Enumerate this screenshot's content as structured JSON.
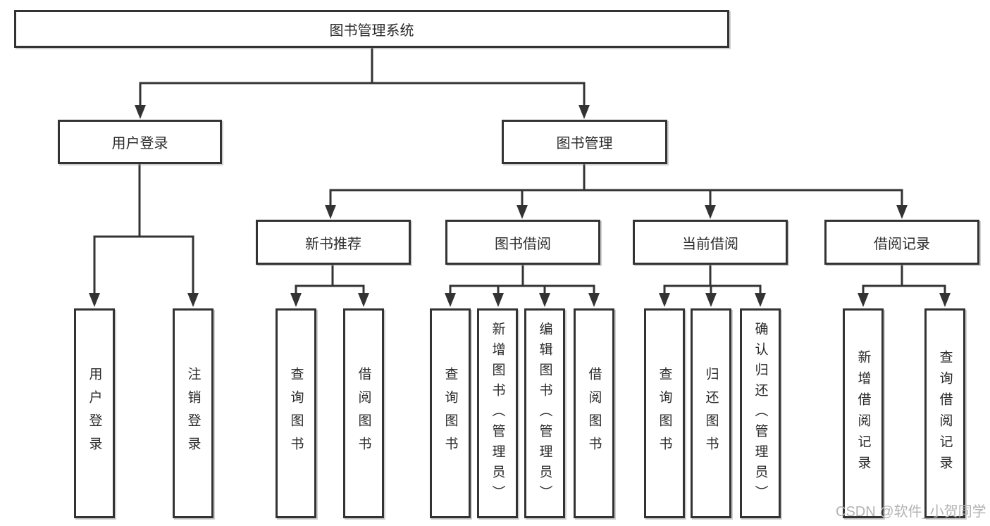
{
  "tree": {
    "root": {
      "label": "图书管理系统",
      "children": [
        {
          "label": "用户登录",
          "children": [
            {
              "label": "用户登录"
            },
            {
              "label": "注销登录"
            }
          ]
        },
        {
          "label": "图书管理",
          "children": [
            {
              "label": "新书推荐",
              "children": [
                {
                  "label": "查询图书"
                },
                {
                  "label": "借阅图书"
                }
              ]
            },
            {
              "label": "图书借阅",
              "children": [
                {
                  "label": "查询图书"
                },
                {
                  "label": "新增图书（管理员）"
                },
                {
                  "label": "编辑图书（管理员）"
                },
                {
                  "label": "借阅图书"
                }
              ]
            },
            {
              "label": "当前借阅",
              "children": [
                {
                  "label": "查询图书"
                },
                {
                  "label": "归还图书"
                },
                {
                  "label": "确认归还（管理员）"
                }
              ]
            },
            {
              "label": "借阅记录",
              "children": [
                {
                  "label": "新增借阅记录"
                },
                {
                  "label": "查询借阅记录"
                }
              ]
            }
          ]
        }
      ]
    }
  },
  "watermark": {
    "text": "CSDN @软件_小贺同学"
  },
  "colors": {
    "line": "#333333",
    "text": "#2b2b2b",
    "watermark": "#b3b3b3",
    "background": "#ffffff"
  }
}
